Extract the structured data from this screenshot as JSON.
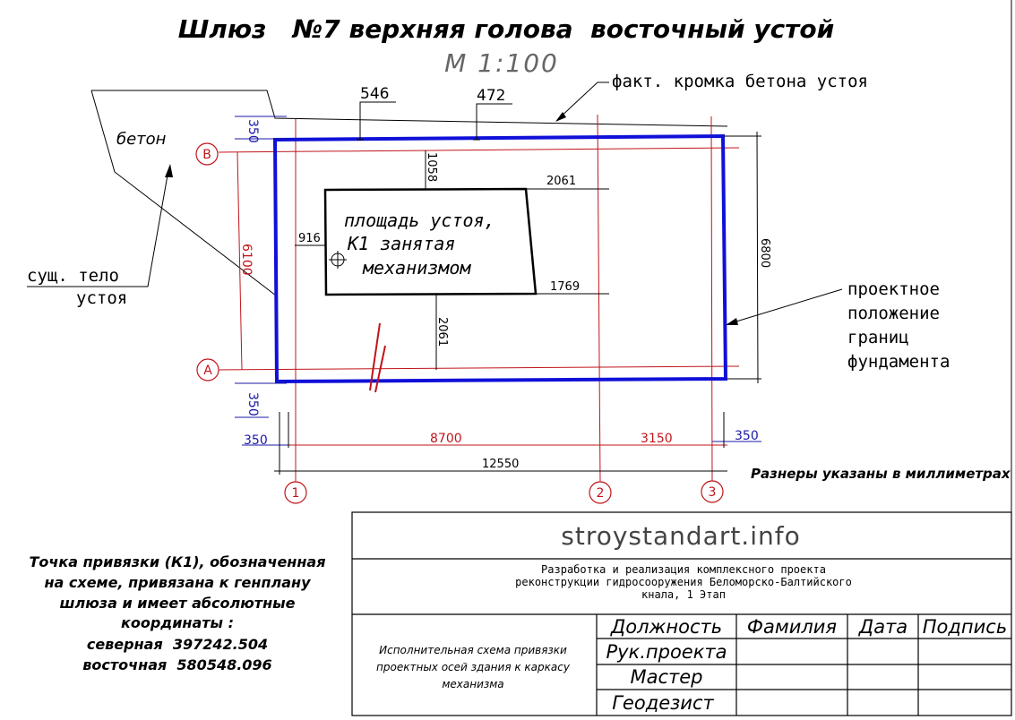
{
  "title": "Шлюз   №7 верхняя голова  восточный устой",
  "scale": "М 1:100",
  "notes": {
    "fact_edge": "факт. кромка бетона устоя",
    "concrete": "бетон",
    "existing_body_line1": "сущ. тело",
    "existing_body_line2": "устоя",
    "design_line1": "проектное",
    "design_line2": "положение",
    "design_line3": "границ",
    "design_line4": "фундамента",
    "area_line1": "площадь устоя,",
    "area_line2": "К1 занятая",
    "area_line3": "механизмом",
    "units": "Разнеры указаны в миллиметрах"
  },
  "dimensions": {
    "d546": "546",
    "d472": "472",
    "d350_top": "350",
    "d350_bottom": "350",
    "d350_left": "350",
    "d350_right": "350",
    "d1058": "1058",
    "d2061_top": "2061",
    "d916": "916",
    "d1769": "1769",
    "d2061_vert": "2061",
    "d6100": "6100",
    "d6800": "6800",
    "d8700": "8700",
    "d3150": "3150",
    "d12550": "12550"
  },
  "axes": {
    "row_b": "В",
    "row_a": "А",
    "col_1": "1",
    "col_2": "2",
    "col_3": "3"
  },
  "left_block": {
    "line1": "Точка привязки (К1), обозначенная",
    "line2": "на схеме, привязана к генплану",
    "line3": "шлюза и имеет абсолютные",
    "line4": "координаты :",
    "line5": "северная  397242.504",
    "line6": "восточная  580548.096"
  },
  "title_block": {
    "site": "stroystandart.info",
    "project_line1": "Разработка и реализация комплексного проекта",
    "project_line2": "реконструкции гидросооружения Беломорско-Балтийского",
    "project_line3": "кнала, 1 Этап",
    "scheme_line1": "Исполнительная схема привязки",
    "scheme_line2": "проектных осей здания к каркасу",
    "scheme_line3": "механизма",
    "headers": [
      "Должность",
      "Фамилия",
      "Дата",
      "Подпись"
    ],
    "rows": [
      "Рук.проекта",
      "Мастер",
      "Геодезист"
    ]
  },
  "colors": {
    "foundation": "#1010d8",
    "axis": "#c0141a",
    "dim_blue": "#1a1aa8",
    "line": "#000000"
  }
}
